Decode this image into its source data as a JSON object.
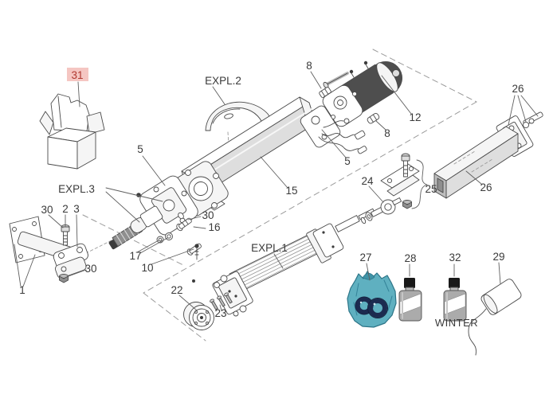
{
  "diagram": {
    "type": "exploded-parts-diagram",
    "subject": "linear actuator gate operator parts",
    "labels": [
      {
        "id": "part-31",
        "text": "31",
        "highlighted": true
      },
      {
        "id": "group-expl2",
        "text": "EXPL.2"
      },
      {
        "id": "part-8-top",
        "text": "8"
      },
      {
        "id": "part-12",
        "text": "12"
      },
      {
        "id": "part-8-mid",
        "text": "8"
      },
      {
        "id": "part-5-right",
        "text": "5"
      },
      {
        "id": "part-5-left",
        "text": "5"
      },
      {
        "id": "part-15",
        "text": "15"
      },
      {
        "id": "part-26-top",
        "text": "26"
      },
      {
        "id": "part-26-tube",
        "text": "26"
      },
      {
        "id": "part-25",
        "text": "25"
      },
      {
        "id": "part-24",
        "text": "24"
      },
      {
        "id": "group-expl3",
        "text": "EXPL.3"
      },
      {
        "id": "part-30-a",
        "text": "30"
      },
      {
        "id": "part-2",
        "text": "2"
      },
      {
        "id": "part-3",
        "text": "3"
      },
      {
        "id": "part-30-b",
        "text": "30"
      },
      {
        "id": "part-16",
        "text": "16"
      },
      {
        "id": "part-17",
        "text": "17"
      },
      {
        "id": "part-10",
        "text": "10"
      },
      {
        "id": "part-30-c",
        "text": "30"
      },
      {
        "id": "part-1",
        "text": "1"
      },
      {
        "id": "part-22",
        "text": "22"
      },
      {
        "id": "part-23",
        "text": "23"
      },
      {
        "id": "group-expl1",
        "text": "EXPL.1"
      },
      {
        "id": "part-27",
        "text": "27"
      },
      {
        "id": "part-28",
        "text": "28"
      },
      {
        "id": "part-32",
        "text": "32"
      },
      {
        "id": "part-29",
        "text": "29"
      },
      {
        "id": "annotation-winter",
        "text": "WINTER"
      }
    ],
    "colors": {
      "highlight_bg": "#f5c6c2",
      "highlight_text": "#b03830",
      "outline": "#4a4a4a",
      "leader": "#5f5f5f",
      "dashed": "#9b9b9b",
      "bag_teal": "#5fb0c0",
      "bag_outline": "#2c7487",
      "ring_navy": "#1c2b50",
      "bottle_gray": "#ababab",
      "cap_black": "#191919"
    }
  }
}
